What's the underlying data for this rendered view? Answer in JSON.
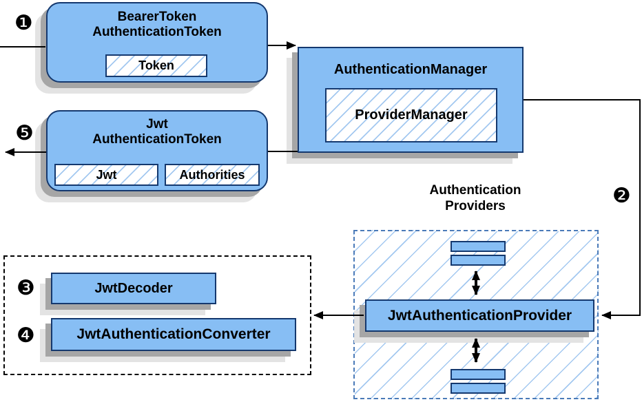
{
  "colors": {
    "box_fill": "#87BEF4",
    "box_border": "#14386E",
    "hatch_line": "#A3C8F0",
    "providers_dash_border": "#4A7AB8",
    "dotted_box_border": "#000000",
    "shadow_dark": "#A6A6A6",
    "shadow_light": "#E3E3E3",
    "arrow": "#000000",
    "text": "#000000"
  },
  "steps": {
    "s1": "❶",
    "s2": "❷",
    "s3": "❸",
    "s4": "❹",
    "s5": "❺"
  },
  "bearer_token_box": {
    "title_line1": "BearerToken",
    "title_line2": "AuthenticationToken",
    "token_label": "Token"
  },
  "auth_manager_box": {
    "title": "AuthenticationManager",
    "provider_manager_label": "ProviderManager"
  },
  "jwt_token_box": {
    "title_line1": "Jwt",
    "title_line2": "AuthenticationToken",
    "jwt_label": "Jwt",
    "authorities_label": "Authorities"
  },
  "providers_group": {
    "label_line1": "Authentication",
    "label_line2": "Providers",
    "provider_label": "JwtAuthenticationProvider"
  },
  "decoder_group": {
    "jwt_decoder_label": "JwtDecoder",
    "jwt_converter_label": "JwtAuthenticationConverter"
  }
}
